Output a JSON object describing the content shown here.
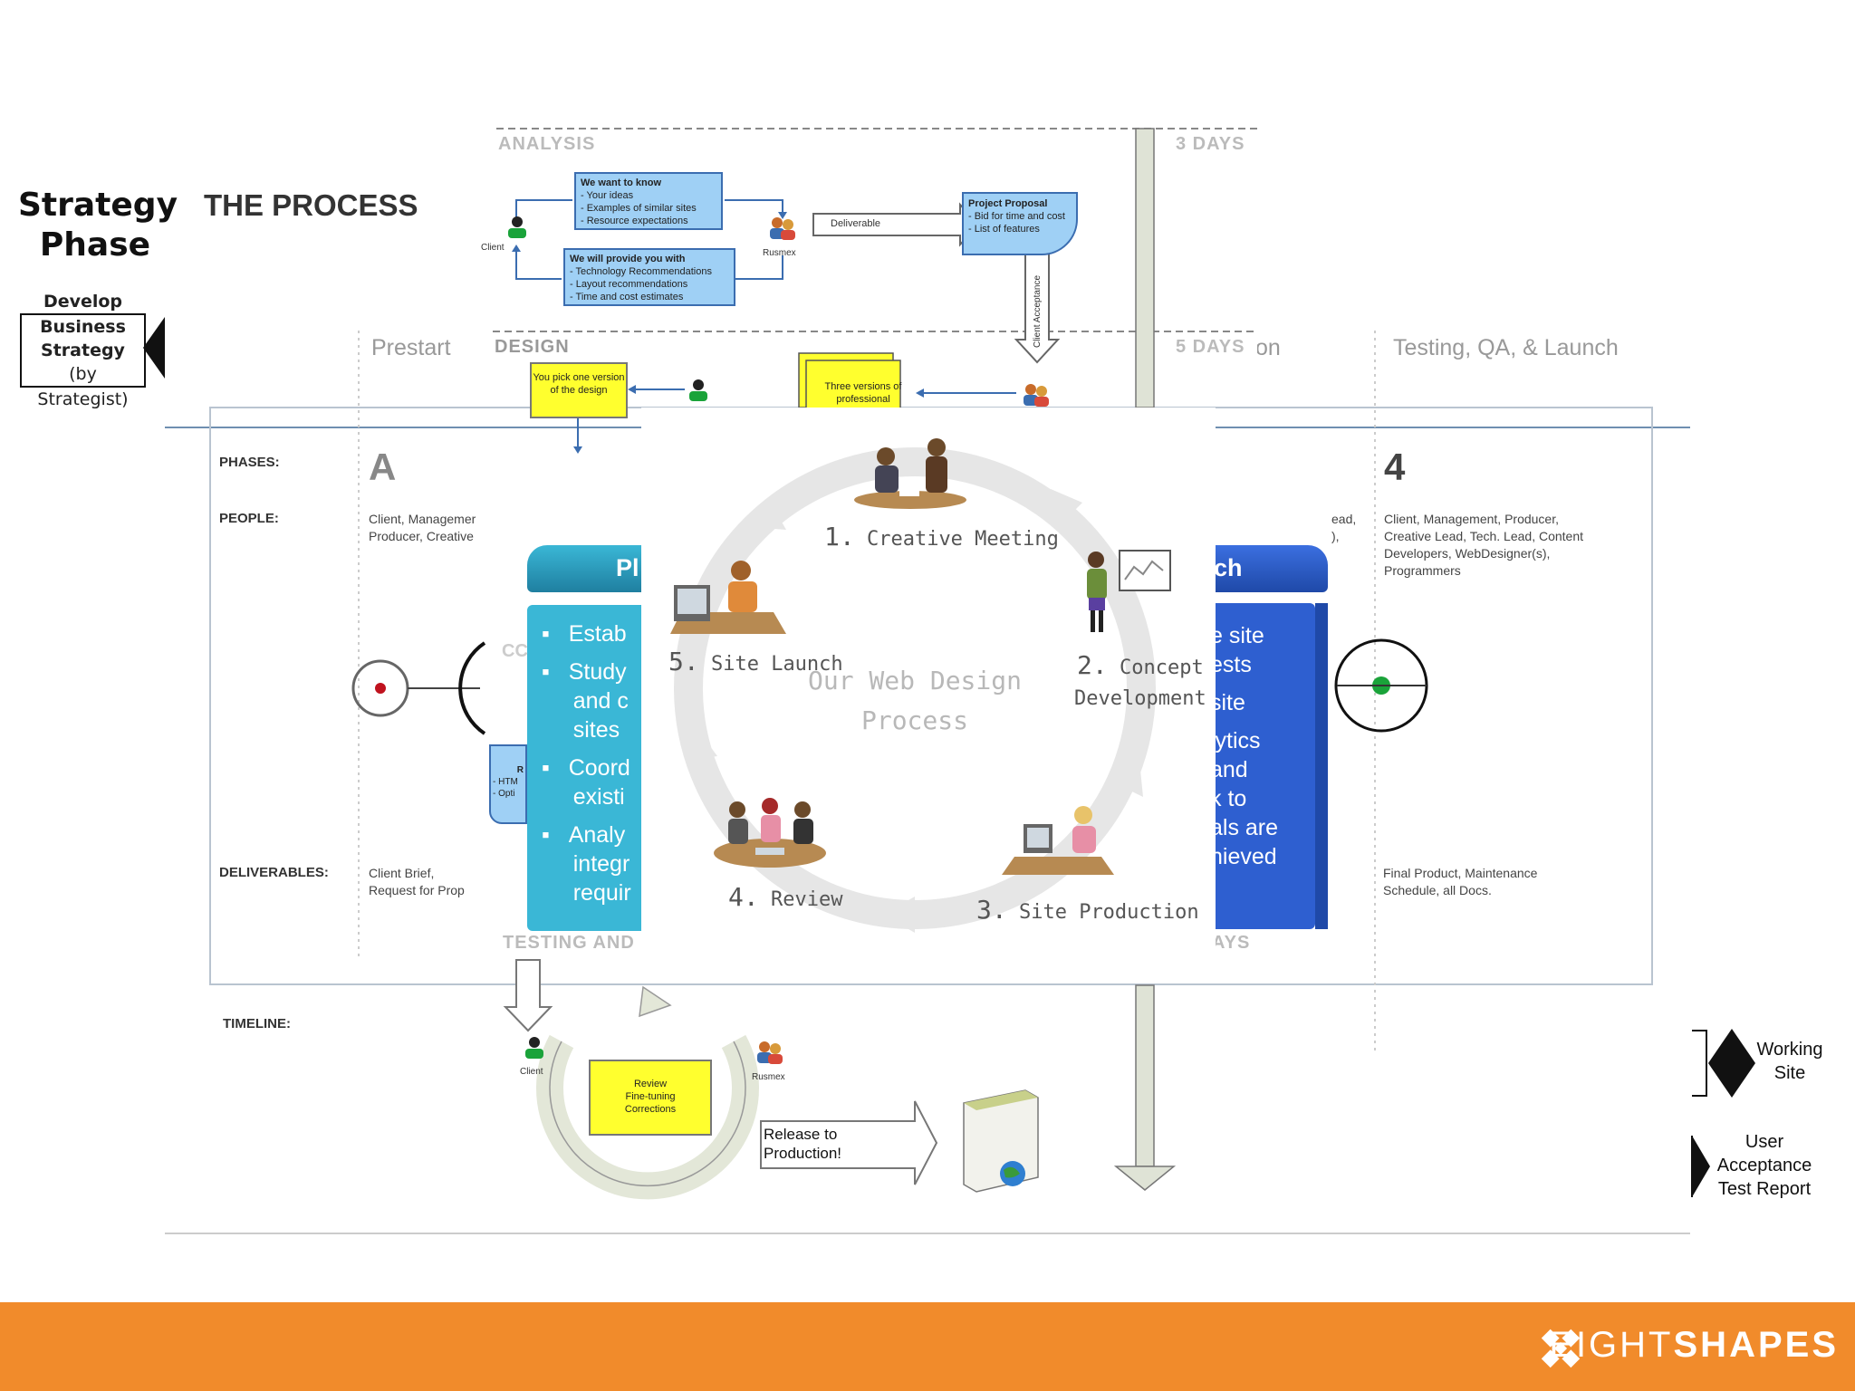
{
  "strategy": {
    "title_line1": "Strategy",
    "title_line2": "Phase",
    "box_line1": "Develop",
    "box_line2": "Business",
    "box_line3": "Strategy",
    "box_line4": "(by",
    "box_line5": "Strategist)"
  },
  "process_title": "THE PROCESS",
  "analysis": {
    "band_label": "ANALYSIS",
    "days_label": "3 DAYS",
    "want_title": "We want to know",
    "want_items": [
      "- Your ideas",
      "- Examples of similar sites",
      "- Resource expectations"
    ],
    "provide_title": "We will provide you with",
    "provide_items": [
      "- Technology Recommendations",
      "- Layout recommendations",
      "- Time and cost estimates"
    ],
    "client_label": "Client",
    "rusmex_label": "Rusmex",
    "deliverable_label": "Deliverable",
    "proposal_title": "Project Proposal",
    "proposal_items": [
      "- Bid for time and cost",
      "- List of features"
    ],
    "acceptance_label": "Client Acceptance"
  },
  "design": {
    "band_label": "DESIGN",
    "days_label": "5 DAYS",
    "pick_text": "You pick one version of the design",
    "three_versions_text": "Three versions of professional"
  },
  "testing": {
    "band_label": "TESTING AND",
    "days_label": "AYS",
    "client_label": "Client",
    "rusmex_label": "Rusmex",
    "loop_text_1": "Review",
    "loop_text_2": "Fine-tuning",
    "loop_text_3": "Corrections",
    "release_text_1": "Release to",
    "release_text_2": "Production!"
  },
  "phases_table": {
    "prestart": "Prestart",
    "testing_launch": "Testing, QA, & Launch",
    "partial_on": "on",
    "phases_label": "PHASES:",
    "people_label": "PEOPLE:",
    "deliverables_label": "DELIVERABLES:",
    "timeline_label": "TIMELINE:",
    "phase_a": "A",
    "phase_4": "4",
    "people_a_1": "Client, Managemer",
    "people_a_2": "Producer, Creative",
    "people_mid_1": "ead,",
    "people_mid_2": "),",
    "people_4": [
      "Client, Management, Producer,",
      "Creative Lead, Tech. Lead, Content",
      "Developers, WebDesigner(s),",
      "Programmers"
    ],
    "deliverables_a_1": "Client Brief,",
    "deliverables_a_2": "Request for Prop",
    "deliverables_4_1": "Final Product, Maintenance",
    "deliverables_4_2": "Schedule, all Docs.",
    "fragment_co": "CC",
    "fragment_r": "R",
    "fragment_htm": "- HTM",
    "fragment_opti": "- Opti"
  },
  "plan_banner": {
    "head": "Pl",
    "items": [
      [
        "Estab"
      ],
      [
        "Study",
        "and  c",
        "sites"
      ],
      [
        "Coord",
        "existi"
      ],
      [
        "Analy",
        "integr",
        "requir"
      ]
    ]
  },
  "launch_banner": {
    "head": "ch",
    "lines": [
      "e site",
      "ests",
      "site",
      "lytics",
      "and",
      "k to",
      "als are",
      "hieved"
    ]
  },
  "cycle": {
    "center_line1": "Our Web Design",
    "center_line2": "Process",
    "steps": [
      {
        "num": "1.",
        "label": "Creative Meeting"
      },
      {
        "num": "2.",
        "label": "Concept",
        "label2": "Development"
      },
      {
        "num": "3.",
        "label": "Site Production"
      },
      {
        "num": "4.",
        "label": "Review"
      },
      {
        "num": "5.",
        "label": "Site Launch"
      }
    ]
  },
  "legend": {
    "working_site_1": "Working",
    "working_site_2": "Site",
    "uat_1": "User",
    "uat_2": "Acceptance",
    "uat_3": "Test Report"
  },
  "footer": {
    "brand_light": "EIGHT",
    "brand_bold": "SHAPES"
  },
  "colors": {
    "orange": "#f18b2b",
    "plan_cyan": "#3ab7d6",
    "launch_blue": "#2e5fd0",
    "box_blue": "#9fd0f5",
    "note_yellow": "#ffff2e"
  }
}
